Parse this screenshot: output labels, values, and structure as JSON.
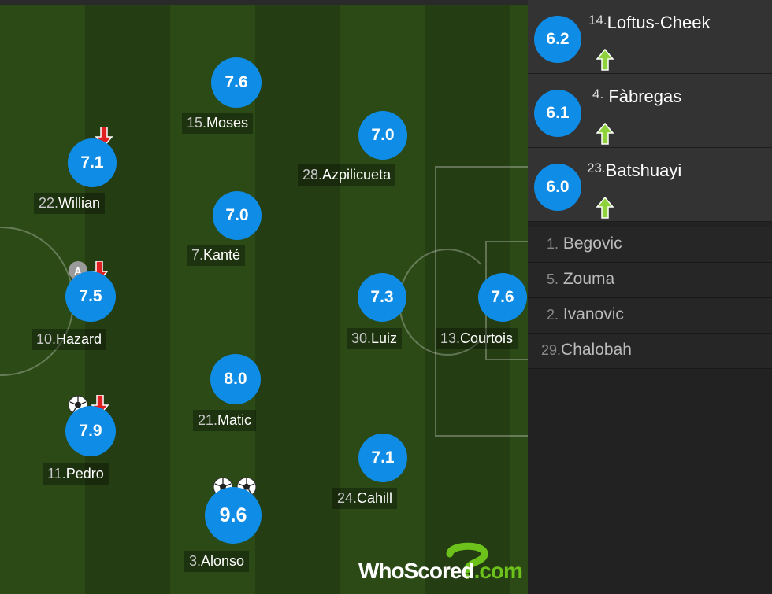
{
  "colors": {
    "rating_bubble": "#0f8ce6",
    "sub_off": "#e02020",
    "sub_on": "#8fd13c",
    "brand_green": "#6cc21a"
  },
  "players": [
    {
      "id": "moses",
      "number": "15.",
      "name": "Moses",
      "rating": "7.6",
      "events": []
    },
    {
      "id": "willian",
      "number": "22.",
      "name": "Willian",
      "rating": "7.1",
      "events": [
        "sub-off-icon"
      ]
    },
    {
      "id": "kante",
      "number": "7.",
      "name": "Kanté",
      "rating": "7.0",
      "events": []
    },
    {
      "id": "azpilicueta",
      "number": "28.",
      "name": "Azpilicueta",
      "rating": "7.0",
      "events": []
    },
    {
      "id": "hazard",
      "number": "10.",
      "name": "Hazard",
      "rating": "7.5",
      "events": [
        "captain-icon",
        "sub-off-icon"
      ]
    },
    {
      "id": "luiz",
      "number": "30.",
      "name": "Luiz",
      "rating": "7.3",
      "events": []
    },
    {
      "id": "courtois",
      "number": "13.",
      "name": "Courtois",
      "rating": "7.6",
      "events": []
    },
    {
      "id": "matic",
      "number": "21.",
      "name": "Matic",
      "rating": "8.0",
      "events": []
    },
    {
      "id": "pedro",
      "number": "11.",
      "name": "Pedro",
      "rating": "7.9",
      "events": [
        "goal-icon",
        "sub-off-icon"
      ]
    },
    {
      "id": "cahill",
      "number": "24.",
      "name": "Cahill",
      "rating": "7.1",
      "events": []
    },
    {
      "id": "alonso",
      "number": "3.",
      "name": "Alonso",
      "rating": "9.6",
      "events": [
        "goal-icon",
        "goal-icon"
      ]
    }
  ],
  "captain_letter": "A",
  "substitutes_used": [
    {
      "number": "14.",
      "name": "Loftus-Cheek",
      "rating": "6.2",
      "event": "sub-on-icon"
    },
    {
      "number": "4.",
      "name": "Fàbregas",
      "rating": "6.1",
      "event": "sub-on-icon"
    },
    {
      "number": "23.",
      "name": "Batshuayi",
      "rating": "6.0",
      "event": "sub-on-icon"
    }
  ],
  "bench": [
    {
      "number": "1.",
      "name": "Begovic"
    },
    {
      "number": "5.",
      "name": "Zouma"
    },
    {
      "number": "2.",
      "name": "Ivanovic"
    },
    {
      "number": "29.",
      "name": "Chalobah"
    }
  ],
  "logo": {
    "part1": "WhoScored",
    "part2": ".com"
  }
}
